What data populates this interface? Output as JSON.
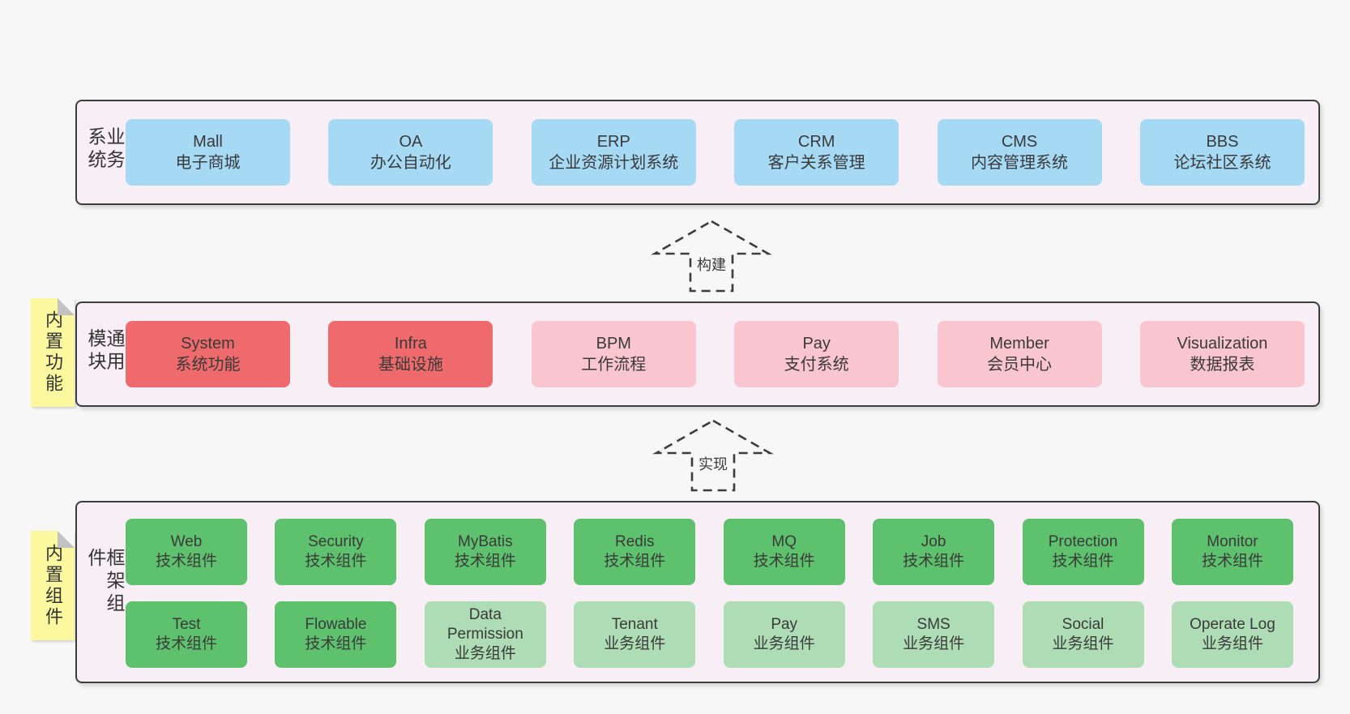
{
  "palette": {
    "page_bg": "#f7f7f7",
    "band_bg": "#f8eef6",
    "band_border": "#3d3d3d",
    "blue_box": "#a6d9f4",
    "red_box": "#ee6a6c",
    "pink_box": "#f9c6d0",
    "green_dark_box": "#5ec16d",
    "green_light_box": "#addcb5",
    "sticky_yellow": "#fbf8a0",
    "sticky_fold_gray": "#c2c2c2",
    "text": "#383838",
    "arrow_dash": "#3c3c3c"
  },
  "arrows": [
    {
      "label": "构建"
    },
    {
      "label": "实现"
    }
  ],
  "bands": [
    {
      "label": "业务系统",
      "boxes": [
        {
          "title": "Mall",
          "subtitle": "电子商城",
          "variant": "blue"
        },
        {
          "title": "OA",
          "subtitle": "办公自动化",
          "variant": "blue"
        },
        {
          "title": "ERP",
          "subtitle": "企业资源计划系统",
          "variant": "blue"
        },
        {
          "title": "CRM",
          "subtitle": "客户关系管理",
          "variant": "blue"
        },
        {
          "title": "CMS",
          "subtitle": "内容管理系统",
          "variant": "blue"
        },
        {
          "title": "BBS",
          "subtitle": "论坛社区系统",
          "variant": "blue"
        }
      ]
    },
    {
      "label": "通用模块",
      "sticky": "内置功能",
      "boxes": [
        {
          "title": "System",
          "subtitle": "系统功能",
          "variant": "red"
        },
        {
          "title": "Infra",
          "subtitle": "基础设施",
          "variant": "red"
        },
        {
          "title": "BPM",
          "subtitle": "工作流程",
          "variant": "pink"
        },
        {
          "title": "Pay",
          "subtitle": "支付系统",
          "variant": "pink"
        },
        {
          "title": "Member",
          "subtitle": "会员中心",
          "variant": "pink"
        },
        {
          "title": "Visualization",
          "subtitle": "数据报表",
          "variant": "pink"
        }
      ]
    },
    {
      "label": "框架组件",
      "sticky": "内置组件",
      "rows": [
        [
          {
            "title": "Web",
            "subtitle": "技术组件",
            "variant": "green-dark"
          },
          {
            "title": "Security",
            "subtitle": "技术组件",
            "variant": "green-dark"
          },
          {
            "title": "MyBatis",
            "subtitle": "技术组件",
            "variant": "green-dark"
          },
          {
            "title": "Redis",
            "subtitle": "技术组件",
            "variant": "green-dark"
          },
          {
            "title": "MQ",
            "subtitle": "技术组件",
            "variant": "green-dark"
          },
          {
            "title": "Job",
            "subtitle": "技术组件",
            "variant": "green-dark"
          },
          {
            "title": "Protection",
            "subtitle": "技术组件",
            "variant": "green-dark"
          },
          {
            "title": "Monitor",
            "subtitle": "技术组件",
            "variant": "green-dark"
          }
        ],
        [
          {
            "title": "Test",
            "subtitle": "技术组件",
            "variant": "green-dark"
          },
          {
            "title": "Flowable",
            "subtitle": "技术组件",
            "variant": "green-dark"
          },
          {
            "title": "Data Permission",
            "subtitle": "业务组件",
            "variant": "green-light"
          },
          {
            "title": "Tenant",
            "subtitle": "业务组件",
            "variant": "green-light"
          },
          {
            "title": "Pay",
            "subtitle": "业务组件",
            "variant": "green-light"
          },
          {
            "title": "SMS",
            "subtitle": "业务组件",
            "variant": "green-light"
          },
          {
            "title": "Social",
            "subtitle": "业务组件",
            "variant": "green-light"
          },
          {
            "title": "Operate Log",
            "subtitle": "业务组件",
            "variant": "green-light"
          }
        ]
      ]
    }
  ]
}
